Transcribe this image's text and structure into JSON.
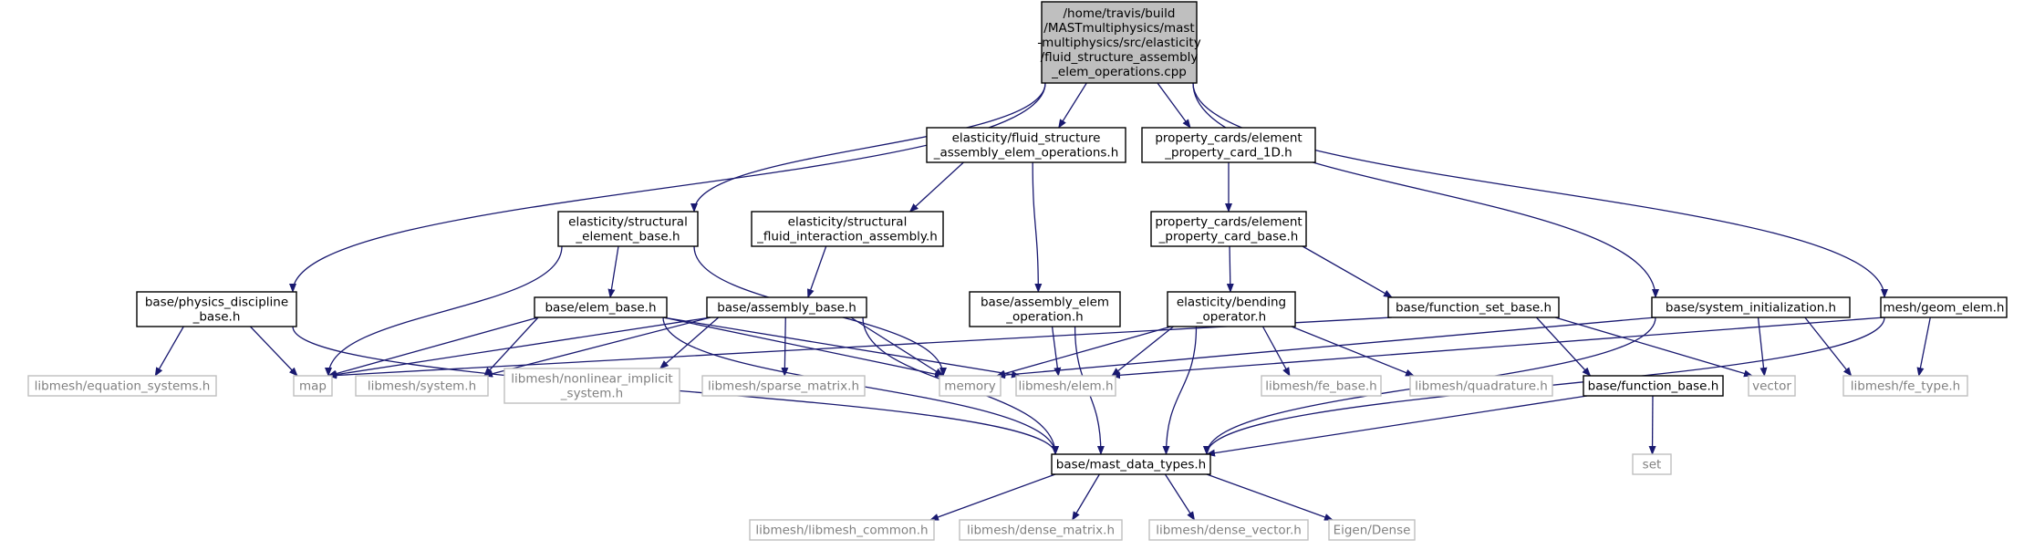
{
  "colors": {
    "edge": "#191970",
    "node_border": "#000000",
    "external_border": "#bfbfbf",
    "external_text": "#808080",
    "root_fill": "#bfbfbf",
    "fill": "#ffffff",
    "text": "#000000"
  },
  "nodes": [
    {
      "id": "root",
      "kind": "root",
      "lines": [
        "/home/travis/build",
        "/MASTmultiphysics/mast",
        "-multiphysics/src/elasticity",
        "/fluid_structure_assembly",
        "_elem_operations.cpp"
      ]
    },
    {
      "id": "fsa_h",
      "kind": "file",
      "lines": [
        "elasticity/fluid_structure",
        "_assembly_elem_operations.h"
      ]
    },
    {
      "id": "pc1d",
      "kind": "file",
      "lines": [
        "property_cards/element",
        "_property_card_1D.h"
      ]
    },
    {
      "id": "seb",
      "kind": "file",
      "lines": [
        "elasticity/structural",
        "_element_base.h"
      ]
    },
    {
      "id": "sfia",
      "kind": "file",
      "lines": [
        "elasticity/structural",
        "_fluid_interaction_assembly.h"
      ]
    },
    {
      "id": "pcb",
      "kind": "file",
      "lines": [
        "property_cards/element",
        "_property_card_base.h"
      ]
    },
    {
      "id": "pdb",
      "kind": "file",
      "lines": [
        "base/physics_discipline",
        "_base.h"
      ]
    },
    {
      "id": "eb",
      "kind": "file",
      "lines": [
        "base/elem_base.h"
      ]
    },
    {
      "id": "ab",
      "kind": "file",
      "lines": [
        "base/assembly_base.h"
      ]
    },
    {
      "id": "aeo",
      "kind": "file",
      "lines": [
        "base/assembly_elem",
        "_operation.h"
      ]
    },
    {
      "id": "bo",
      "kind": "file",
      "lines": [
        "elasticity/bending",
        "_operator.h"
      ]
    },
    {
      "id": "fsb",
      "kind": "file",
      "lines": [
        "base/function_set_base.h"
      ]
    },
    {
      "id": "si",
      "kind": "file",
      "lines": [
        "base/system_initialization.h"
      ]
    },
    {
      "id": "ge",
      "kind": "file",
      "lines": [
        "mesh/geom_elem.h"
      ]
    },
    {
      "id": "eqs",
      "kind": "external",
      "lines": [
        "libmesh/equation_systems.h"
      ]
    },
    {
      "id": "map",
      "kind": "external",
      "lines": [
        "map"
      ]
    },
    {
      "id": "sys",
      "kind": "external",
      "lines": [
        "libmesh/system.h"
      ]
    },
    {
      "id": "nli",
      "kind": "external",
      "lines": [
        "libmesh/nonlinear_implicit",
        "_system.h"
      ]
    },
    {
      "id": "spm",
      "kind": "external",
      "lines": [
        "libmesh/sparse_matrix.h"
      ]
    },
    {
      "id": "mem",
      "kind": "external",
      "lines": [
        "memory"
      ]
    },
    {
      "id": "elem",
      "kind": "external",
      "lines": [
        "libmesh/elem.h"
      ]
    },
    {
      "id": "feb",
      "kind": "external",
      "lines": [
        "libmesh/fe_base.h"
      ]
    },
    {
      "id": "quad",
      "kind": "external",
      "lines": [
        "libmesh/quadrature.h"
      ]
    },
    {
      "id": "fb",
      "kind": "file",
      "lines": [
        "base/function_base.h"
      ]
    },
    {
      "id": "vec",
      "kind": "external",
      "lines": [
        "vector"
      ]
    },
    {
      "id": "fet",
      "kind": "external",
      "lines": [
        "libmesh/fe_type.h"
      ]
    },
    {
      "id": "mdt",
      "kind": "file",
      "lines": [
        "base/mast_data_types.h"
      ]
    },
    {
      "id": "set",
      "kind": "external",
      "lines": [
        "set"
      ]
    },
    {
      "id": "lmc",
      "kind": "external",
      "lines": [
        "libmesh/libmesh_common.h"
      ]
    },
    {
      "id": "dm",
      "kind": "external",
      "lines": [
        "libmesh/dense_matrix.h"
      ]
    },
    {
      "id": "dv",
      "kind": "external",
      "lines": [
        "libmesh/dense_vector.h"
      ]
    },
    {
      "id": "eig",
      "kind": "external",
      "lines": [
        "Eigen/Dense"
      ]
    }
  ],
  "edges": [
    [
      "root",
      "fsa_h"
    ],
    [
      "root",
      "pc1d"
    ],
    [
      "root",
      "seb"
    ],
    [
      "root",
      "pdb"
    ],
    [
      "root",
      "si"
    ],
    [
      "root",
      "ge"
    ],
    [
      "fsa_h",
      "sfia"
    ],
    [
      "fsa_h",
      "aeo"
    ],
    [
      "pc1d",
      "pcb"
    ],
    [
      "pcb",
      "bo"
    ],
    [
      "pcb",
      "fsb"
    ],
    [
      "seb",
      "eb"
    ],
    [
      "seb",
      "map"
    ],
    [
      "seb",
      "mem"
    ],
    [
      "sfia",
      "ab"
    ],
    [
      "pdb",
      "eqs"
    ],
    [
      "pdb",
      "map"
    ],
    [
      "pdb",
      "mdt"
    ],
    [
      "eb",
      "map"
    ],
    [
      "eb",
      "sys"
    ],
    [
      "eb",
      "mem"
    ],
    [
      "eb",
      "elem"
    ],
    [
      "eb",
      "mdt"
    ],
    [
      "ab",
      "map"
    ],
    [
      "ab",
      "sys"
    ],
    [
      "ab",
      "nli"
    ],
    [
      "ab",
      "spm"
    ],
    [
      "ab",
      "mem"
    ],
    [
      "ab",
      "mdt"
    ],
    [
      "aeo",
      "elem"
    ],
    [
      "aeo",
      "mdt"
    ],
    [
      "bo",
      "mem"
    ],
    [
      "bo",
      "elem"
    ],
    [
      "bo",
      "feb"
    ],
    [
      "bo",
      "quad"
    ],
    [
      "bo",
      "mdt"
    ],
    [
      "fsb",
      "map"
    ],
    [
      "fsb",
      "fb"
    ],
    [
      "fsb",
      "vec"
    ],
    [
      "si",
      "mem"
    ],
    [
      "si",
      "vec"
    ],
    [
      "si",
      "fet"
    ],
    [
      "si",
      "mdt"
    ],
    [
      "ge",
      "elem"
    ],
    [
      "ge",
      "fet"
    ],
    [
      "ge",
      "mdt"
    ],
    [
      "fb",
      "set"
    ],
    [
      "fb",
      "mdt"
    ],
    [
      "mdt",
      "lmc"
    ],
    [
      "mdt",
      "dm"
    ],
    [
      "mdt",
      "dv"
    ],
    [
      "mdt",
      "eig"
    ]
  ]
}
